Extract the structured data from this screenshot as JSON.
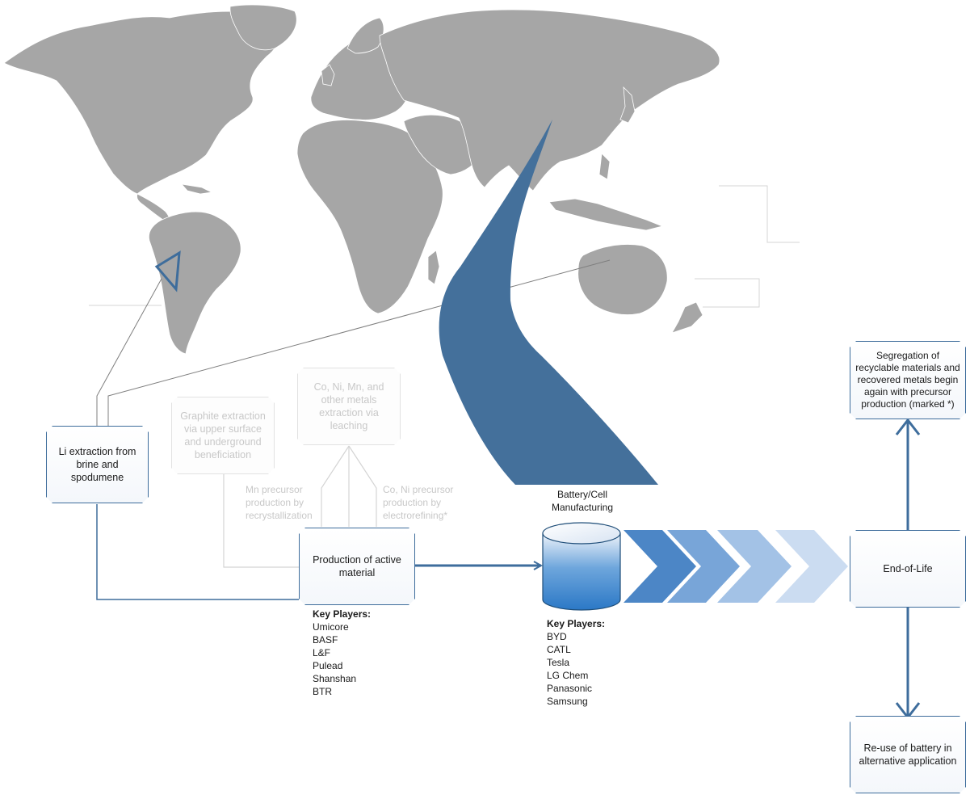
{
  "nodes": {
    "li_extraction": "Li extraction from brine and spodumene",
    "graphite": "Graphite extraction via upper surface and underground beneficiation",
    "co_ni_mn": "Co, Ni, Mn, and other metals extraction via leaching",
    "active_material": "Production of active material",
    "end_of_life": "End-of-Life",
    "segregation": "Segregation of recyclable materials and recovered metals begin again with precursor production (marked *)",
    "reuse": "Re-use of battery in alternative application"
  },
  "labels": {
    "mn_precursor": "Mn precursor production by recrystallization",
    "co_ni_precursor": "Co, Ni precursor production by electrorefining*",
    "battery_manufacturing": "Battery/Cell Manufacturing"
  },
  "active_material_players": {
    "header": "Key Players:",
    "items": [
      "Umicore",
      "BASF",
      "L&F",
      "Pulead",
      "Shanshan",
      "BTR"
    ]
  },
  "battery_players": {
    "header": "Key Players:",
    "items": [
      "BYD",
      "CATL",
      "Tesla",
      "LG Chem",
      "Panasonic",
      "Samsung"
    ]
  },
  "colors": {
    "accent": "#3e6d9c",
    "map": "#a6a6a6",
    "funnel": "#44709b",
    "cylinder": "#2f7cc8"
  }
}
